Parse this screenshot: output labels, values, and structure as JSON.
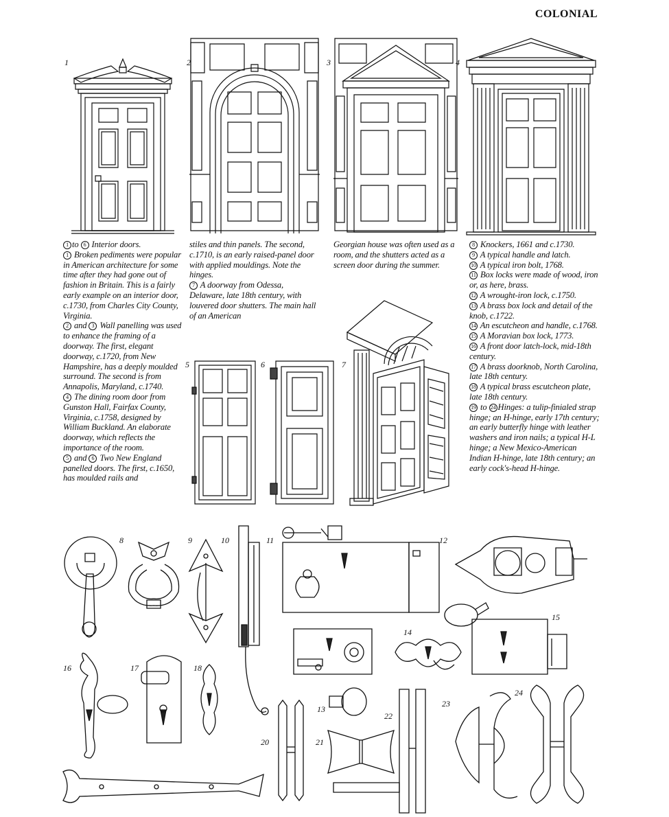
{
  "header": {
    "section": "COLONIAL"
  },
  "figure_numbers": {
    "f1": "1",
    "f2": "2",
    "f3": "3",
    "f4": "4",
    "f5": "5",
    "f6": "6",
    "f7": "7",
    "f8": "8",
    "f9": "9",
    "f10": "10",
    "f11": "11",
    "f12": "12",
    "f13": "13",
    "f14": "14",
    "f15": "15",
    "f16": "16",
    "f17": "17",
    "f18": "18",
    "f20": "20",
    "f21": "21",
    "f22": "22",
    "f23": "23",
    "f24": "24"
  },
  "captions": {
    "col1": [
      {
        "n1": "1",
        "sep": "to",
        "n2": "6",
        "text": " Interior doors."
      },
      {
        "n1": "1",
        "text": " Broken pediments were popular in American architecture for some time after they had gone out of fashion in Britain. This is a fairly early example on an interior door, c.1730, from Charles City County, Virginia."
      },
      {
        "n1": "2",
        "sep": "and",
        "n2": "3",
        "text": " Wall panelling was used to enhance the framing of a doorway. The first, elegant doorway, c.1720, from New Hampshire, has a deeply moulded surround. The second is from Annapolis, Maryland, c.1740."
      },
      {
        "n1": "4",
        "text": " The dining room door from Gunston Hall, Fairfax County, Virginia, c.1758, designed by William Buckland. An elaborate doorway, which reflects the importance of the room."
      },
      {
        "n1": "5",
        "sep": "and",
        "n2": "6",
        "text": " Two New England panelled doors. The first, c.1650, has moulded rails and"
      }
    ],
    "col2": [
      {
        "text": "stiles and thin panels. The second, c.1710, is an early raised-panel door with applied mouldings. Note the hinges."
      },
      {
        "n1": "7",
        "text": " A doorway from Odessa, Delaware, late 18th century, with louvered door shutters. The main hall of an American"
      }
    ],
    "col3": [
      {
        "text": "Georgian house was often used as a room, and the shutters acted as a screen door during the summer."
      }
    ],
    "col4": [
      {
        "n1": "8",
        "text": " Knockers, 1661 and c.1730."
      },
      {
        "n1": "9",
        "text": " A typical handle and latch."
      },
      {
        "n1": "10",
        "text": " A typical iron bolt, 1768."
      },
      {
        "n1": "11",
        "text": " Box locks were made of wood, iron or, as here, brass."
      },
      {
        "n1": "12",
        "text": " A wrought-iron lock, c.1750."
      },
      {
        "n1": "13",
        "text": " A brass box lock and detail of the knob, c.1722."
      },
      {
        "n1": "14",
        "text": " An escutcheon and handle, c.1768."
      },
      {
        "n1": "15",
        "text": " A Moravian box lock, 1773."
      },
      {
        "n1": "16",
        "text": " A front door latch-lock, mid-18th century."
      },
      {
        "n1": "17",
        "text": " A brass doorknob, North Carolina, late 18th century."
      },
      {
        "n1": "18",
        "text": " A typical brass escutcheon plate, late 18th century."
      },
      {
        "n1": "19",
        "sep": "to",
        "n2": "24",
        "text": "Hinges: a tulip-finialed strap hinge; an H-hinge, early 17th century; an early butterfly hinge with leather washers and iron nails; a typical H-L hinge; a New Mexico-American Indian H-hinge, late 18th century; an early cock's-head H-hinge."
      }
    ]
  }
}
